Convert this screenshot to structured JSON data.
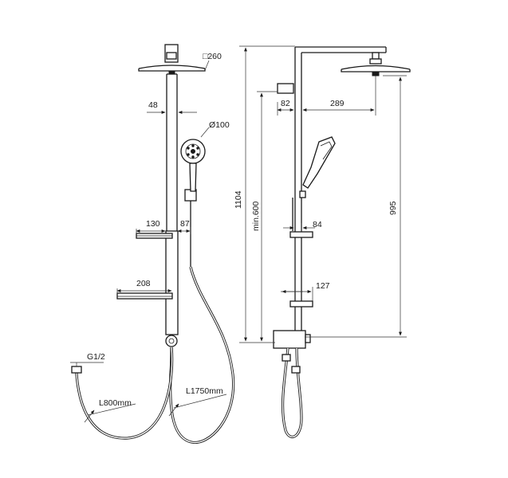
{
  "front_view": {
    "dims": {
      "head_size": "□260",
      "pipe_width": "48",
      "handshower_dia": "Ø100",
      "shelf_small": "130",
      "shelf_offset": "87",
      "shelf_large": "208",
      "inlet_thread": "G1/2",
      "hose_short": "L800mm",
      "hose_long": "L1750mm"
    }
  },
  "side_view": {
    "dims": {
      "total_height": "1104",
      "min_height": "min.600",
      "arm_offset": "82",
      "arm_reach": "289",
      "bar_to_head": "995",
      "slider_offset": "84",
      "shelf_depth": "127"
    }
  }
}
